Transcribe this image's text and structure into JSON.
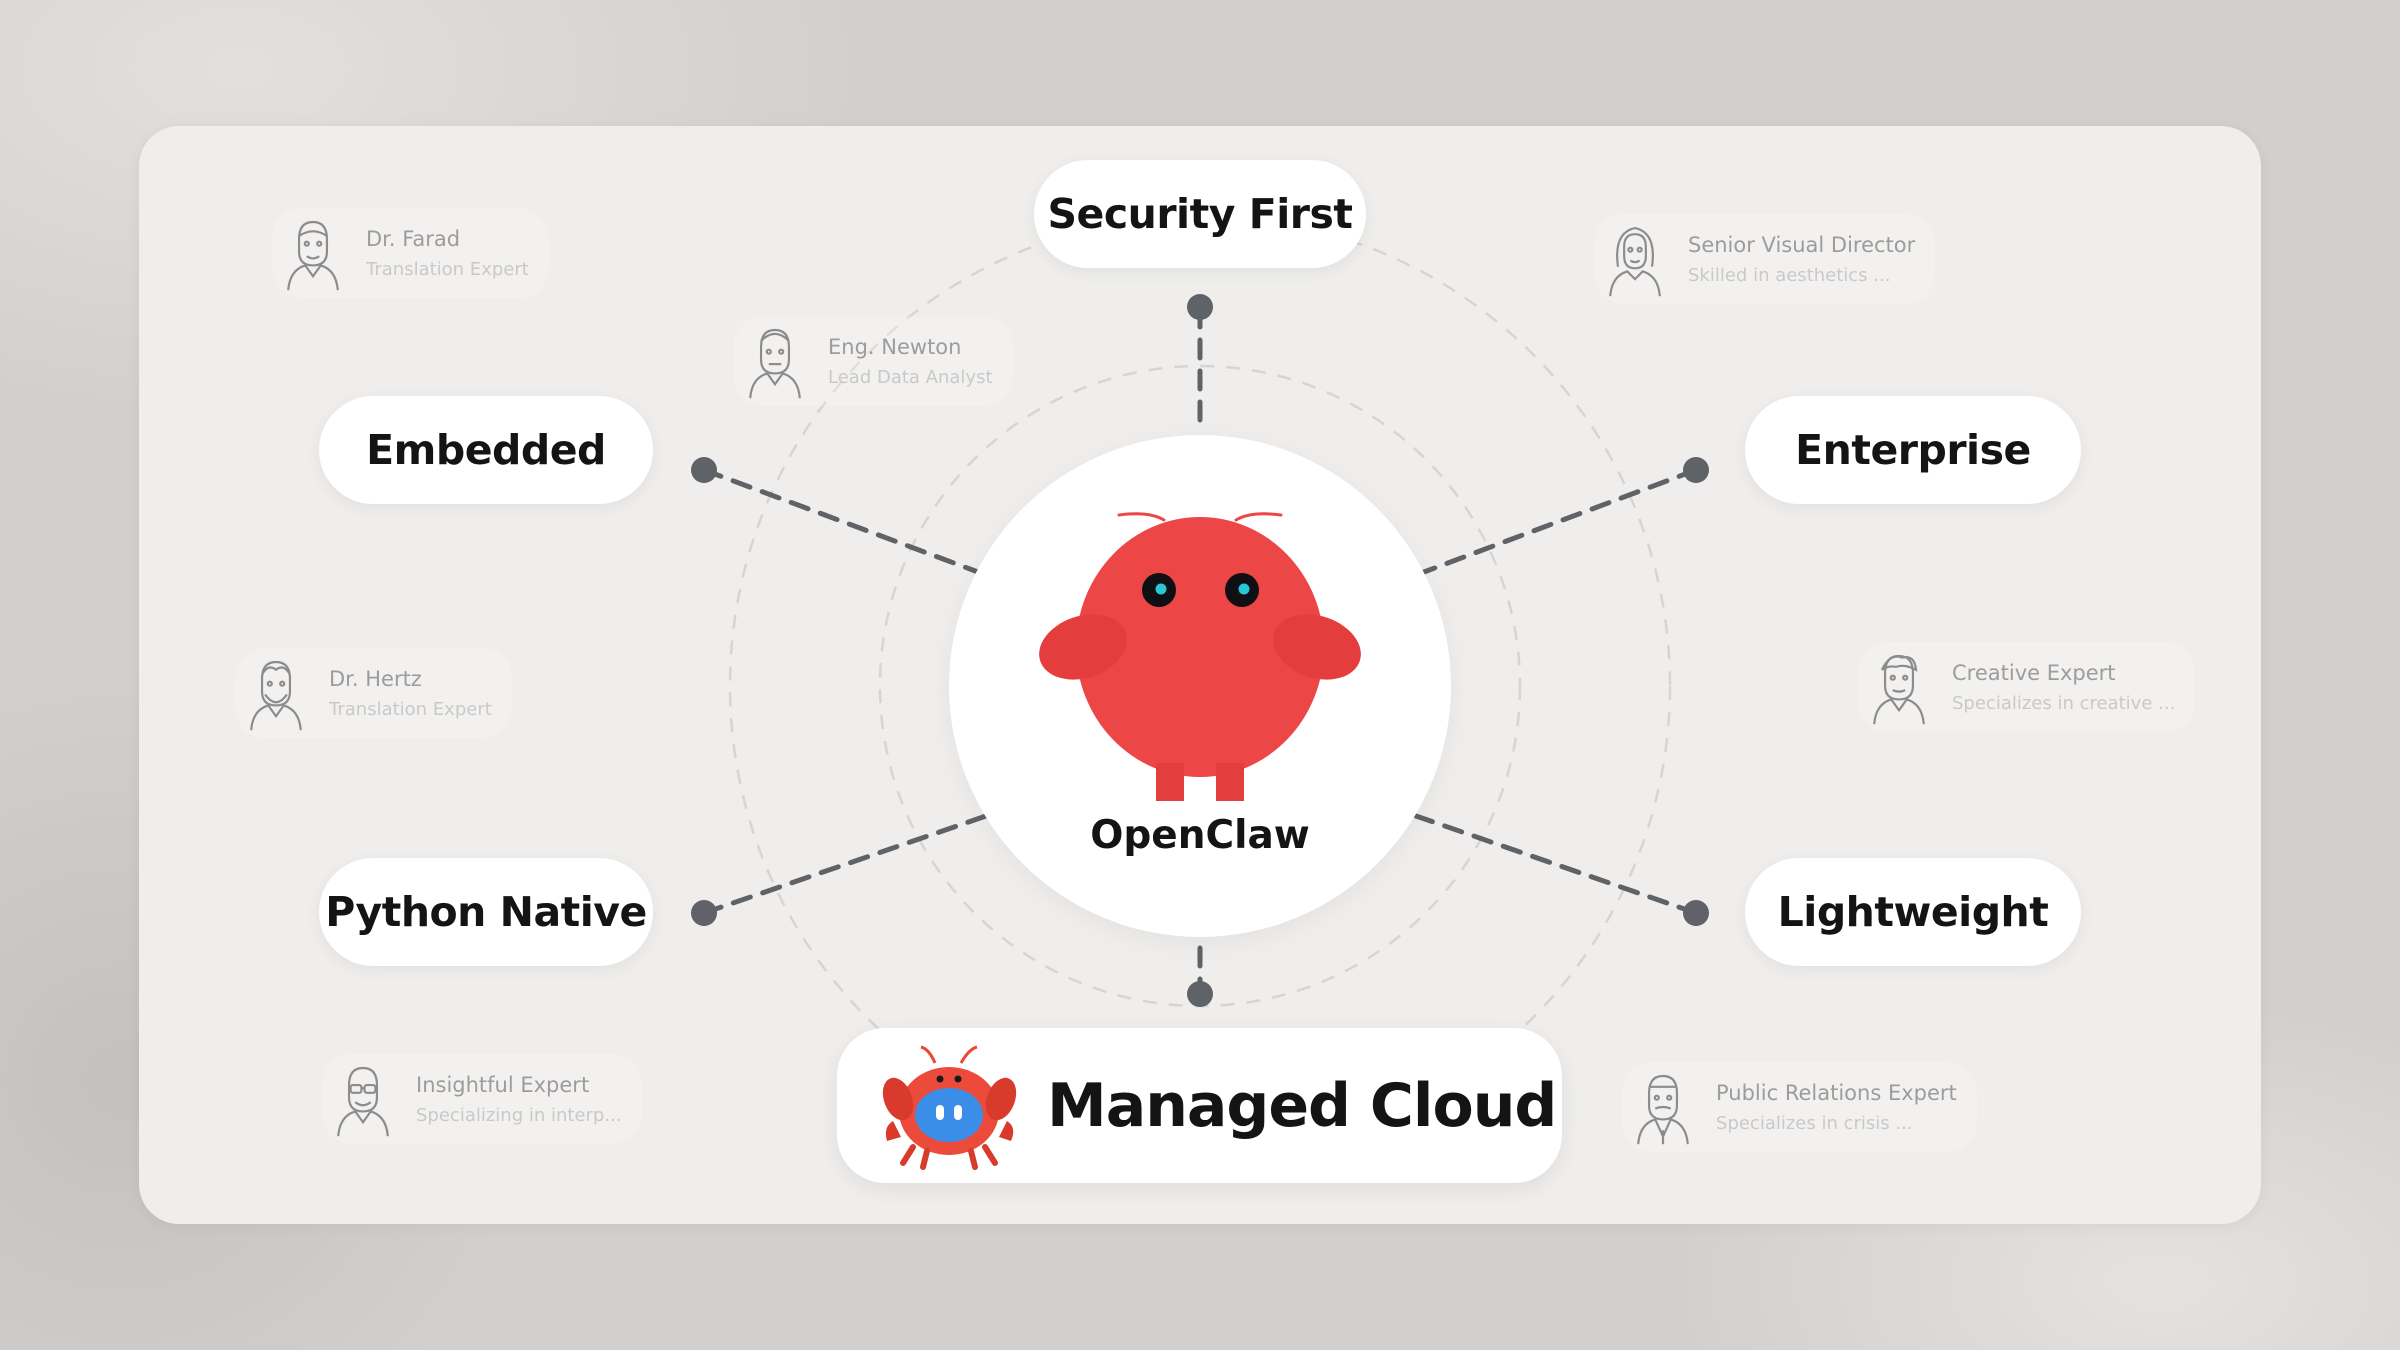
{
  "hub": {
    "label": "OpenClaw",
    "body_color": "#ec4646",
    "eye_color": "#29c6d6"
  },
  "features": {
    "security_first": "Security First",
    "embedded": "Embedded",
    "enterprise": "Enterprise",
    "python_native": "Python Native",
    "lightweight": "Lightweight",
    "managed_cloud": "Managed Cloud"
  },
  "personas": [
    {
      "name": "Dr. Farad",
      "role": "Translation Expert"
    },
    {
      "name": "Eng. Newton",
      "role": "Lead Data Analyst"
    },
    {
      "name": "Senior Visual Director",
      "role": "Skilled in aesthetics ..."
    },
    {
      "name": "Dr. Hertz",
      "role": "Translation Expert"
    },
    {
      "name": "Creative Expert",
      "role": "Specializes in creative ..."
    },
    {
      "name": "Insightful Expert",
      "role": "Specializing in interp..."
    },
    {
      "name": "Public Relations Expert",
      "role": "Specializes in crisis ..."
    }
  ],
  "colors": {
    "connector": "#5f6266",
    "accent_red": "#ec4646",
    "accent_blue": "#3b8ee8"
  }
}
